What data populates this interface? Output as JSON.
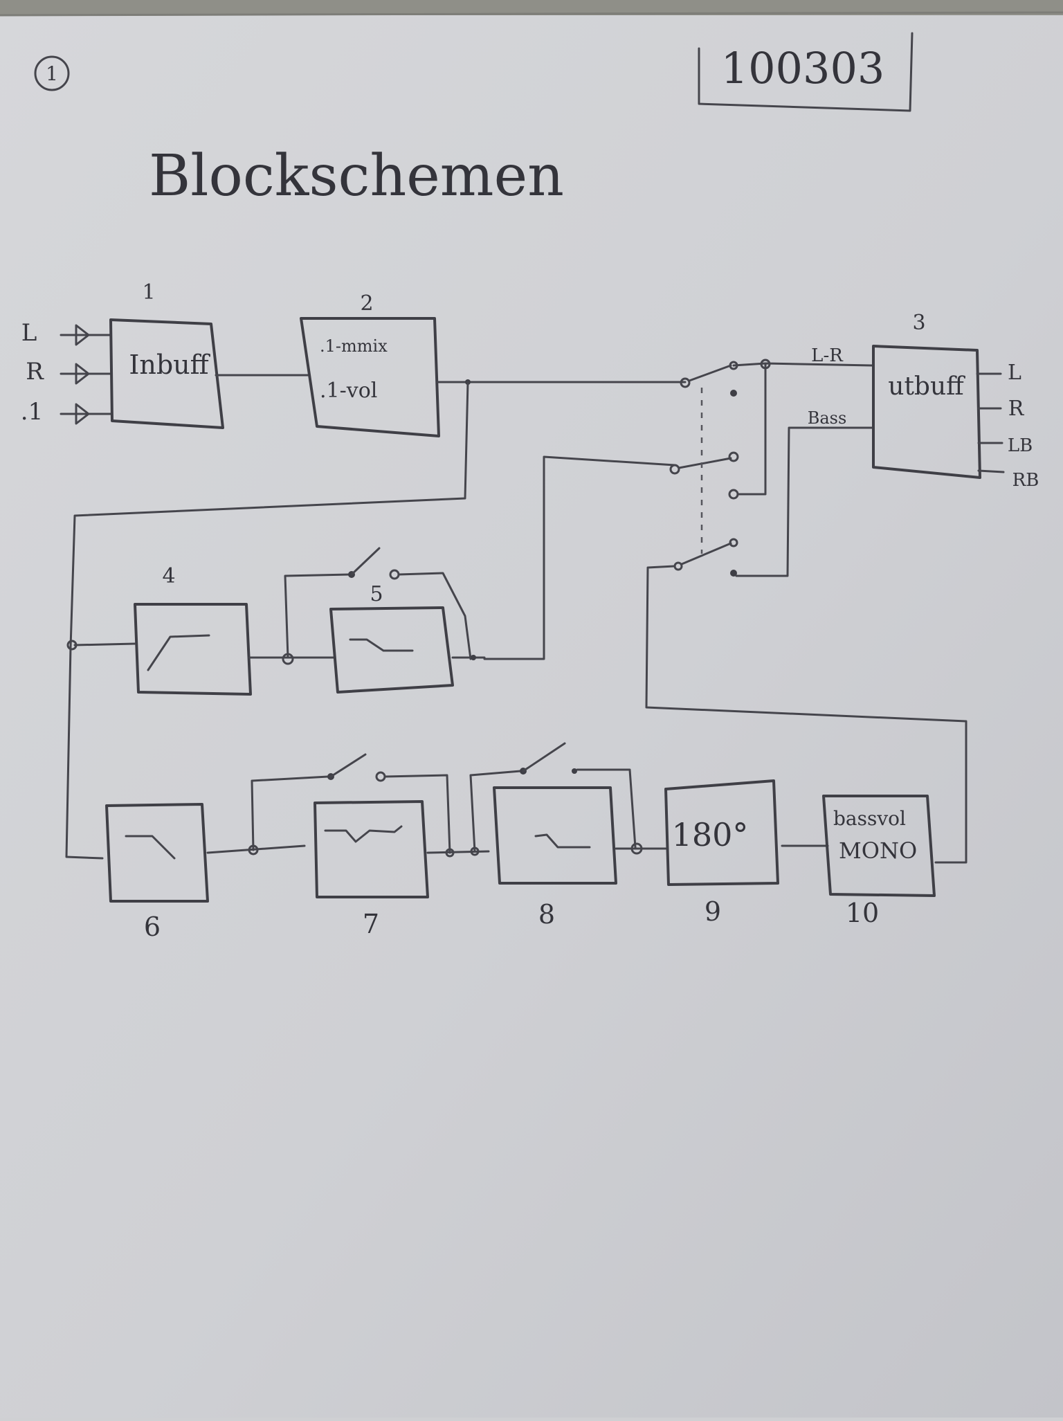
{
  "page": {
    "circled_number": "1",
    "doc_id": "100303",
    "title": "Blockschemen"
  },
  "inputs": [
    "L",
    "R",
    ".1"
  ],
  "outputs": [
    "L",
    "R",
    "LB",
    "RB"
  ],
  "blocks": {
    "b1": {
      "number": "1",
      "label": "Inbuff"
    },
    "b2": {
      "number": "2",
      "line1": ".1-mmix",
      "line2": ".1-vol"
    },
    "b3": {
      "number": "3",
      "label": "utbuff"
    },
    "b4": {
      "number": "4"
    },
    "b5": {
      "number": "5"
    },
    "b6": {
      "number": "6"
    },
    "b7": {
      "number": "7"
    },
    "b8": {
      "number": "8"
    },
    "b9": {
      "number": "9",
      "label": "180°"
    },
    "b10": {
      "number": "10",
      "line1": "bassvol",
      "line2": "MONO"
    }
  },
  "wire_labels": {
    "lr": "L-R",
    "bass": "Bass"
  }
}
